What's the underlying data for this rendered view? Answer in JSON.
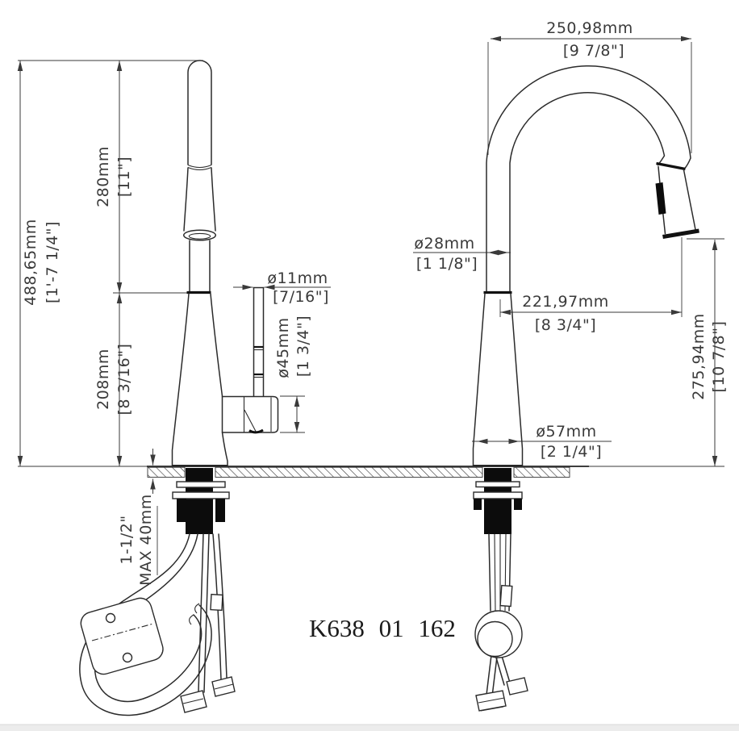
{
  "drawing": {
    "part_number": "K638 01 162",
    "dims": {
      "span_width": {
        "mm": "250,98mm",
        "in": "[9 7/8\"]"
      },
      "overall_height": {
        "mm": "488,65mm",
        "in": "[1'-7 1/4\"]"
      },
      "spout_height": {
        "mm": "280mm",
        "in": "[11\"]"
      },
      "body_height": {
        "mm": "208mm",
        "in": "[8 3/16\"]"
      },
      "lever_dia": {
        "mm": "ø11mm",
        "in": "[7/16\"]"
      },
      "handle_dia": {
        "mm": "ø45mm",
        "in": "[1 3/4\"]"
      },
      "neck_dia": {
        "mm": "ø28mm",
        "in": "[1 1/8\"]"
      },
      "spout_reach": {
        "mm": "221,97mm",
        "in": "[8 3/4\"]"
      },
      "tip_height": {
        "mm": "275,94mm",
        "in": "[10 7/8\"]"
      },
      "base_dia": {
        "mm": "ø57mm",
        "in": "[2 1/4\"]"
      },
      "deck_thickness": {
        "in": "1-1/2\"",
        "mm": "MAX 40mm"
      }
    },
    "colors": {
      "line": "#2b2b2b",
      "dim_line": "#3a3a3a",
      "fill_black": "#0c0c0c",
      "background": "#ffffff"
    }
  }
}
